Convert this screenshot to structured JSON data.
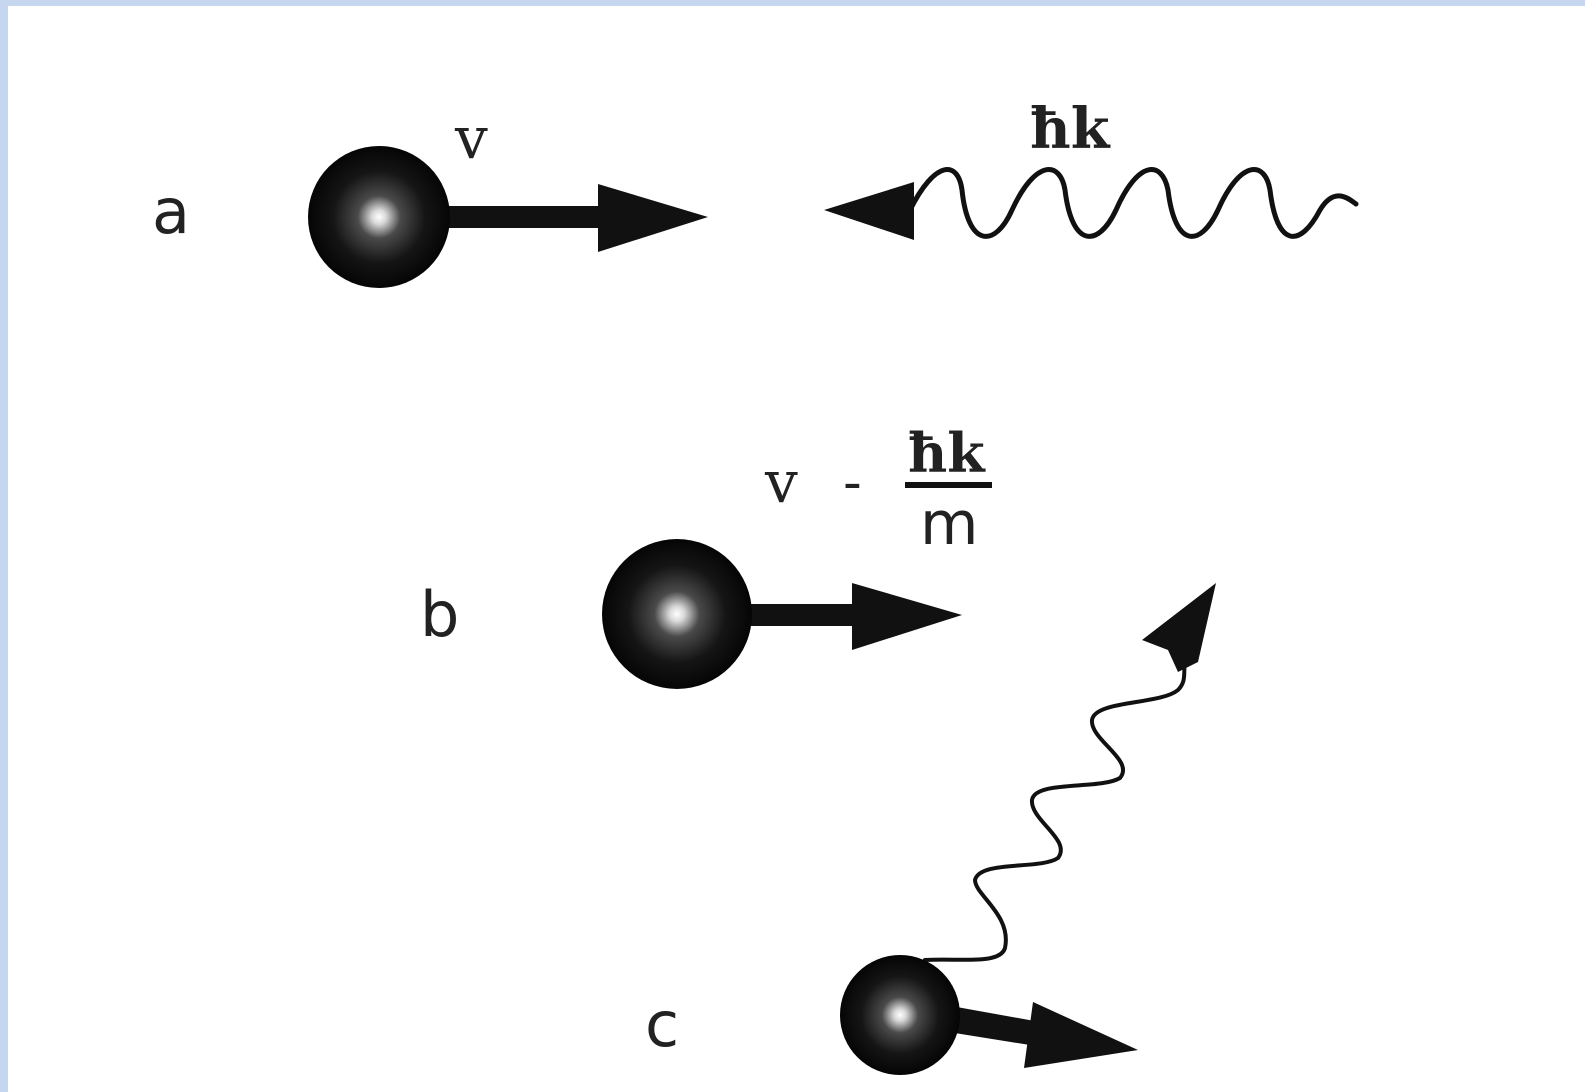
{
  "panels": {
    "a": {
      "label": "a",
      "velocity_label": "v",
      "photon_label": "ħk"
    },
    "b": {
      "label": "b",
      "velocity_prefix": "v",
      "minus": "-",
      "fraction_numerator": "ħk",
      "fraction_denominator": "m"
    },
    "c": {
      "label": "c"
    }
  },
  "colors": {
    "frame": "#c5d6ee",
    "ink": "#111111",
    "atom_dark": "#050505",
    "atom_highlight": "#ffffff"
  },
  "icons": [
    "atom-sphere",
    "velocity-arrow",
    "photon-wave"
  ]
}
